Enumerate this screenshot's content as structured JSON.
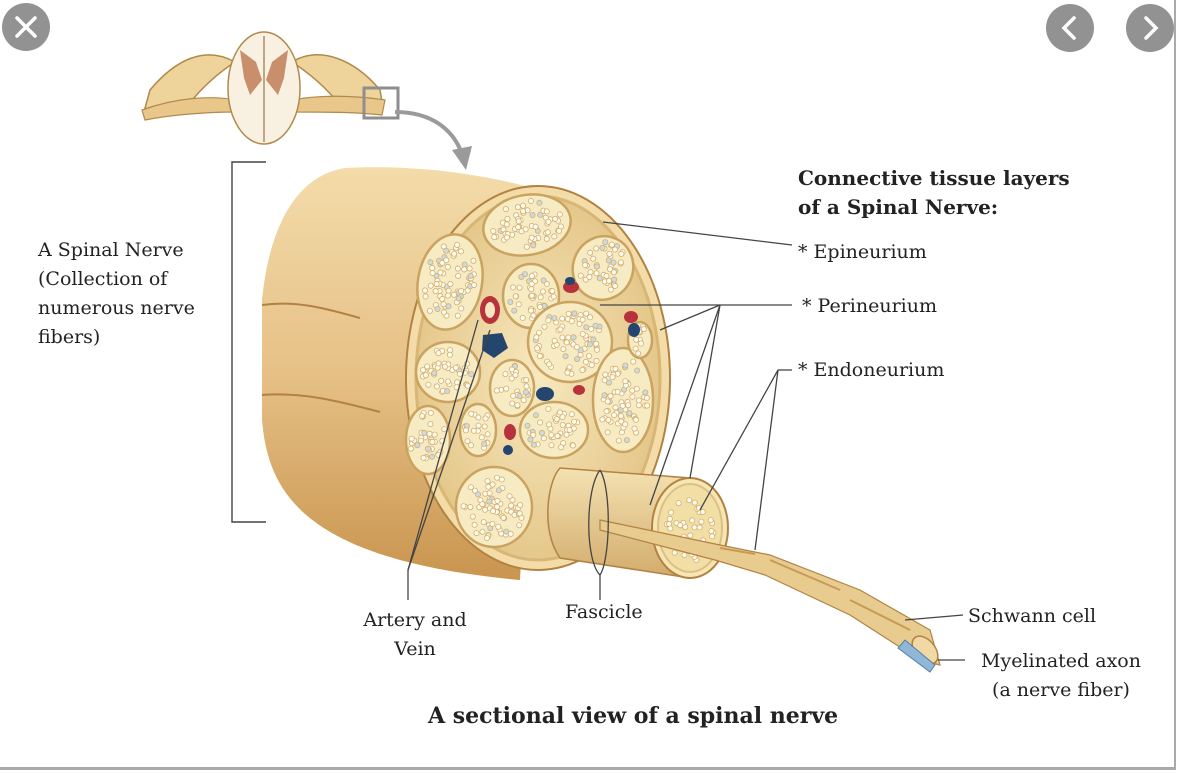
{
  "viewer": {
    "close_icon": "close-icon",
    "prev_icon": "chevron-left-icon",
    "next_icon": "chevron-right-icon"
  },
  "diagram": {
    "title": "A sectional view of a spinal nerve",
    "spinal_nerve_label": [
      "A Spinal Nerve",
      "(Collection of",
      "numerous nerve",
      "fibers)"
    ],
    "legend_heading": [
      "Connective tissue layers",
      "of a Spinal Nerve:"
    ],
    "layers": [
      "* Epineurium",
      "* Perineurium",
      "* Endoneurium"
    ],
    "artery_label": [
      "Artery and",
      "Vein"
    ],
    "fascicle_label": "Fascicle",
    "schwann_label": "Schwann cell",
    "axon_label": [
      "Myelinated axon",
      "(a nerve fiber)"
    ],
    "colors": {
      "nerve": "#e9c98c",
      "nerve_shadow": "#c99a55",
      "fascicle_fill": "#f6e6b4",
      "artery": "#b8323c",
      "vein": "#23456e",
      "axon": "#8fb7d8"
    }
  }
}
